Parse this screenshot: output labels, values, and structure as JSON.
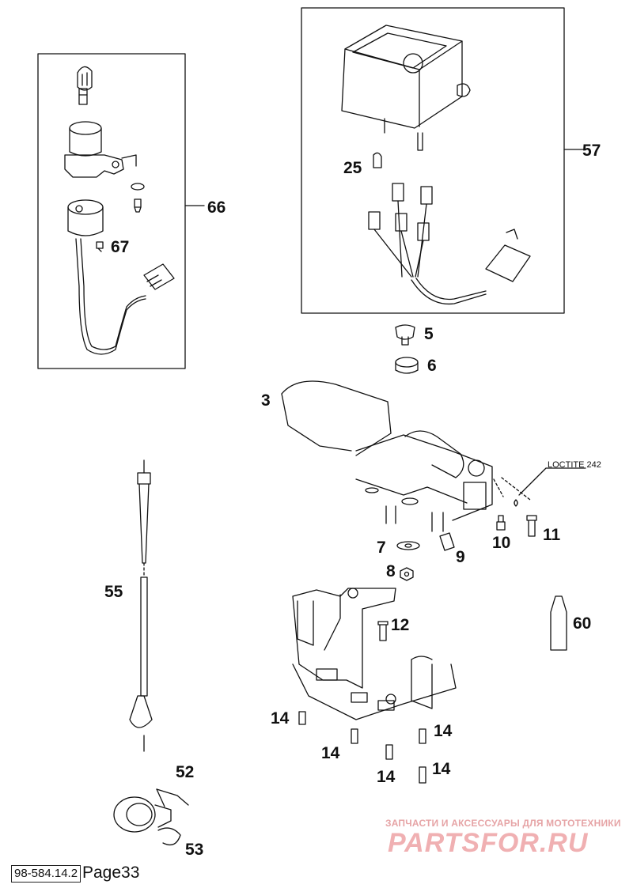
{
  "callouts": {
    "c66": "66",
    "c67": "67",
    "c57": "57",
    "c25": "25",
    "c5": "5",
    "c6": "6",
    "c3": "3",
    "c7": "7",
    "c9": "9",
    "c8": "8",
    "c10": "10",
    "c11": "11",
    "c12": "12",
    "c60": "60",
    "c55": "55",
    "c14a": "14",
    "c14b": "14",
    "c14c": "14",
    "c14d": "14",
    "c14e": "14",
    "c52": "52",
    "c53": "53"
  },
  "note_loctite": "LOCTITE 242",
  "watermark": {
    "tagline": "ЗАПЧАСТИ И АКСЕССУАРЫ ДЛЯ МОТОТЕХНИКИ",
    "logo": "PARTSFOR.RU"
  },
  "footer": {
    "code": "98-584.14.2",
    "page": "Page33"
  },
  "colors": {
    "line": "#111111",
    "watermark": "#f0b0b2"
  }
}
